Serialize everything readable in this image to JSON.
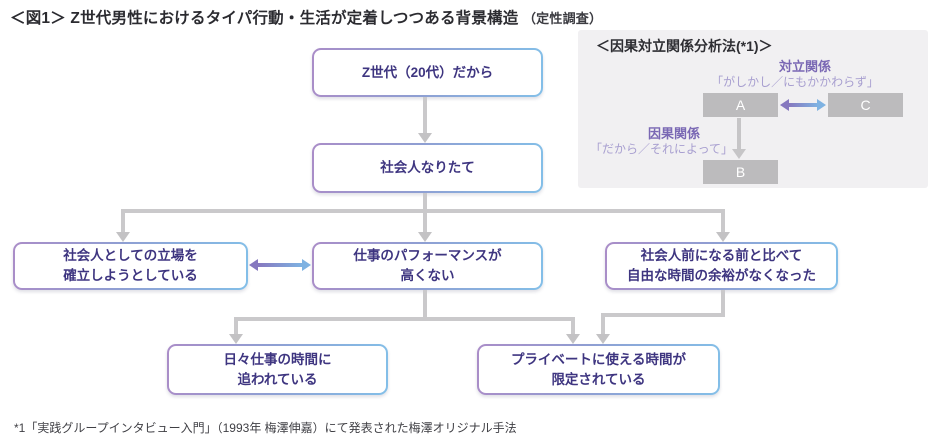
{
  "title": {
    "text": "＜図1＞ Z世代男性におけるタイパ行動・生活が定着しつつある背景構造",
    "note": "（定性調査）"
  },
  "flow": {
    "nodes": [
      {
        "id": "gen-z",
        "lines": [
          "Z世代（20代）だから"
        ]
      },
      {
        "id": "new-worker",
        "lines": [
          "社会人なりたて"
        ]
      },
      {
        "id": "establish-position",
        "lines": [
          "社会人としての立場を",
          "確立しようとしている"
        ]
      },
      {
        "id": "low-performance",
        "lines": [
          "仕事のパフォーマンスが",
          "高くない"
        ]
      },
      {
        "id": "less-free-time",
        "lines": [
          "社会人前になる前と比べて",
          "自由な時間の余裕がなくなった"
        ]
      },
      {
        "id": "busy-with-work",
        "lines": [
          "日々仕事の時間に",
          "追われている"
        ]
      },
      {
        "id": "limited-private",
        "lines": [
          "プライベートに使える時間が",
          "限定されている"
        ]
      }
    ]
  },
  "legend": {
    "title": "＜因果対立関係分析法(*1)＞",
    "opposition_label": "対立関係",
    "opposition_quote": "「がしかし／にもかかわらず」",
    "causal_label": "因果関係",
    "causal_quote": "「だから／それによって」",
    "node_a": "A",
    "node_b": "B",
    "node_c": "C"
  },
  "footnote": "*1「実践グループインタビュー入門」（1993年 梅澤伸嘉）にて発表された梅澤オリジナル手法",
  "colors": {
    "border_gradient_purple": "#aa8dc8",
    "border_gradient_blue": "#83bfe8",
    "node_text": "#3e3580",
    "connector_gray": "#cac9cb",
    "duo_arrow_purple": "#8678bf",
    "duo_arrow_blue": "#7eb2e2",
    "legend_label_purple": "#7a68b4",
    "legend_quote_purple": "#a89fd0",
    "legend_node_gray": "#bcbbbd",
    "legend_panel_bg": "#f1f0f2"
  }
}
